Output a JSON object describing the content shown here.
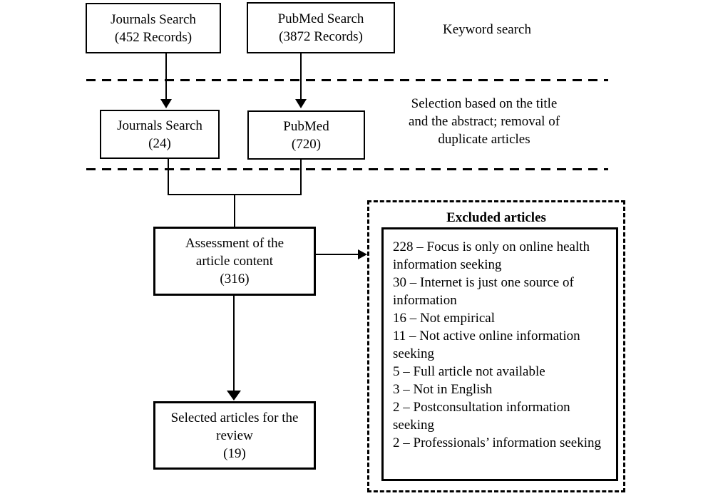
{
  "diagram": {
    "boxes": {
      "journals_top": {
        "line1": "Journals Search",
        "line2": "(452 Records)"
      },
      "pubmed_top": {
        "line1": "PubMed Search",
        "line2": "(3872 Records)"
      },
      "journals_mid": {
        "line1": "Journals Search",
        "line2": "(24)"
      },
      "pubmed_mid": {
        "line1": "PubMed",
        "line2": "(720)"
      },
      "assessment": {
        "line1": "Assessment of the",
        "line2": "article content",
        "line3": "(316)"
      },
      "selected": {
        "line1": "Selected articles for the",
        "line2": "review",
        "line3": "(19)"
      }
    },
    "stage_labels": {
      "keyword": "Keyword search",
      "selection_line1": "Selection based on the title",
      "selection_line2": "and the abstract; removal of",
      "selection_line3": "duplicate articles"
    },
    "excluded": {
      "title": "Excluded articles",
      "items": [
        "228 – Focus is only on online health information seeking",
        "30 – Internet is just one source of information",
        "16 – Not empirical",
        "11 – Not active online information seeking",
        "5 – Full article not available",
        "3 – Not in English",
        "2 – Postconsultation information seeking",
        "2 – Professionals’ information seeking"
      ]
    },
    "colors": {
      "line": "#000000",
      "background": "#ffffff"
    }
  }
}
